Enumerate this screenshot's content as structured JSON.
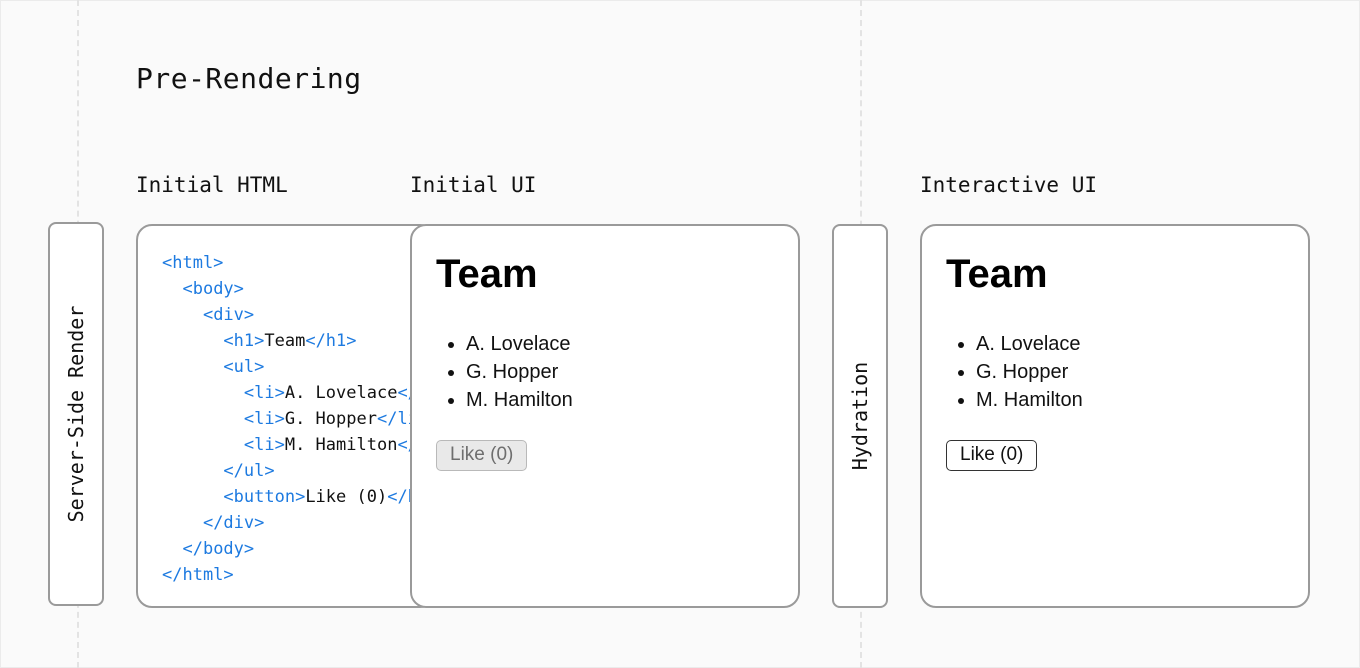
{
  "title": "Pre-Rendering",
  "labels": {
    "initial_html": "Initial HTML",
    "initial_ui": "Initial UI",
    "interactive_ui": "Interactive UI"
  },
  "steps": {
    "server_side_render": "Server-Side Render",
    "hydration": "Hydration"
  },
  "code_lines": [
    {
      "indent": "",
      "parts": [
        {
          "t": "<html>",
          "tag": true
        }
      ]
    },
    {
      "indent": "  ",
      "parts": [
        {
          "t": "<body>",
          "tag": true
        }
      ]
    },
    {
      "indent": "    ",
      "parts": [
        {
          "t": "<div>",
          "tag": true
        }
      ]
    },
    {
      "indent": "      ",
      "parts": [
        {
          "t": "<h1>",
          "tag": true
        },
        {
          "t": "Team",
          "tag": false
        },
        {
          "t": "</h1>",
          "tag": true
        }
      ]
    },
    {
      "indent": "      ",
      "parts": [
        {
          "t": "<ul>",
          "tag": true
        }
      ]
    },
    {
      "indent": "        ",
      "parts": [
        {
          "t": "<li>",
          "tag": true
        },
        {
          "t": "A. Lovelace",
          "tag": false
        },
        {
          "t": "</li>",
          "tag": true
        }
      ]
    },
    {
      "indent": "        ",
      "parts": [
        {
          "t": "<li>",
          "tag": true
        },
        {
          "t": "G. Hopper",
          "tag": false
        },
        {
          "t": "</li>",
          "tag": true
        }
      ]
    },
    {
      "indent": "        ",
      "parts": [
        {
          "t": "<li>",
          "tag": true
        },
        {
          "t": "M. Hamilton",
          "tag": false
        },
        {
          "t": "</li>",
          "tag": true
        }
      ]
    },
    {
      "indent": "      ",
      "parts": [
        {
          "t": "</ul>",
          "tag": true
        }
      ]
    },
    {
      "indent": "      ",
      "parts": [
        {
          "t": "<button>",
          "tag": true
        },
        {
          "t": "Like (0)",
          "tag": false
        },
        {
          "t": "</button>",
          "tag": true
        }
      ]
    },
    {
      "indent": "    ",
      "parts": [
        {
          "t": "</div>",
          "tag": true
        }
      ]
    },
    {
      "indent": "  ",
      "parts": [
        {
          "t": "</body>",
          "tag": true
        }
      ]
    },
    {
      "indent": "",
      "parts": [
        {
          "t": "</html>",
          "tag": true
        }
      ]
    }
  ],
  "initial_ui": {
    "heading": "Team",
    "items": [
      "A. Lovelace",
      "G. Hopper",
      "M. Hamilton"
    ],
    "button": "Like (0)",
    "button_state": "disabled"
  },
  "interactive_ui": {
    "heading": "Team",
    "items": [
      "A. Lovelace",
      "G. Hopper",
      "M. Hamilton"
    ],
    "button": "Like (0)",
    "button_state": "enabled"
  },
  "colors": {
    "tag": "#1d7ae0",
    "border": "#9a9a9a",
    "background": "#fafafa"
  }
}
